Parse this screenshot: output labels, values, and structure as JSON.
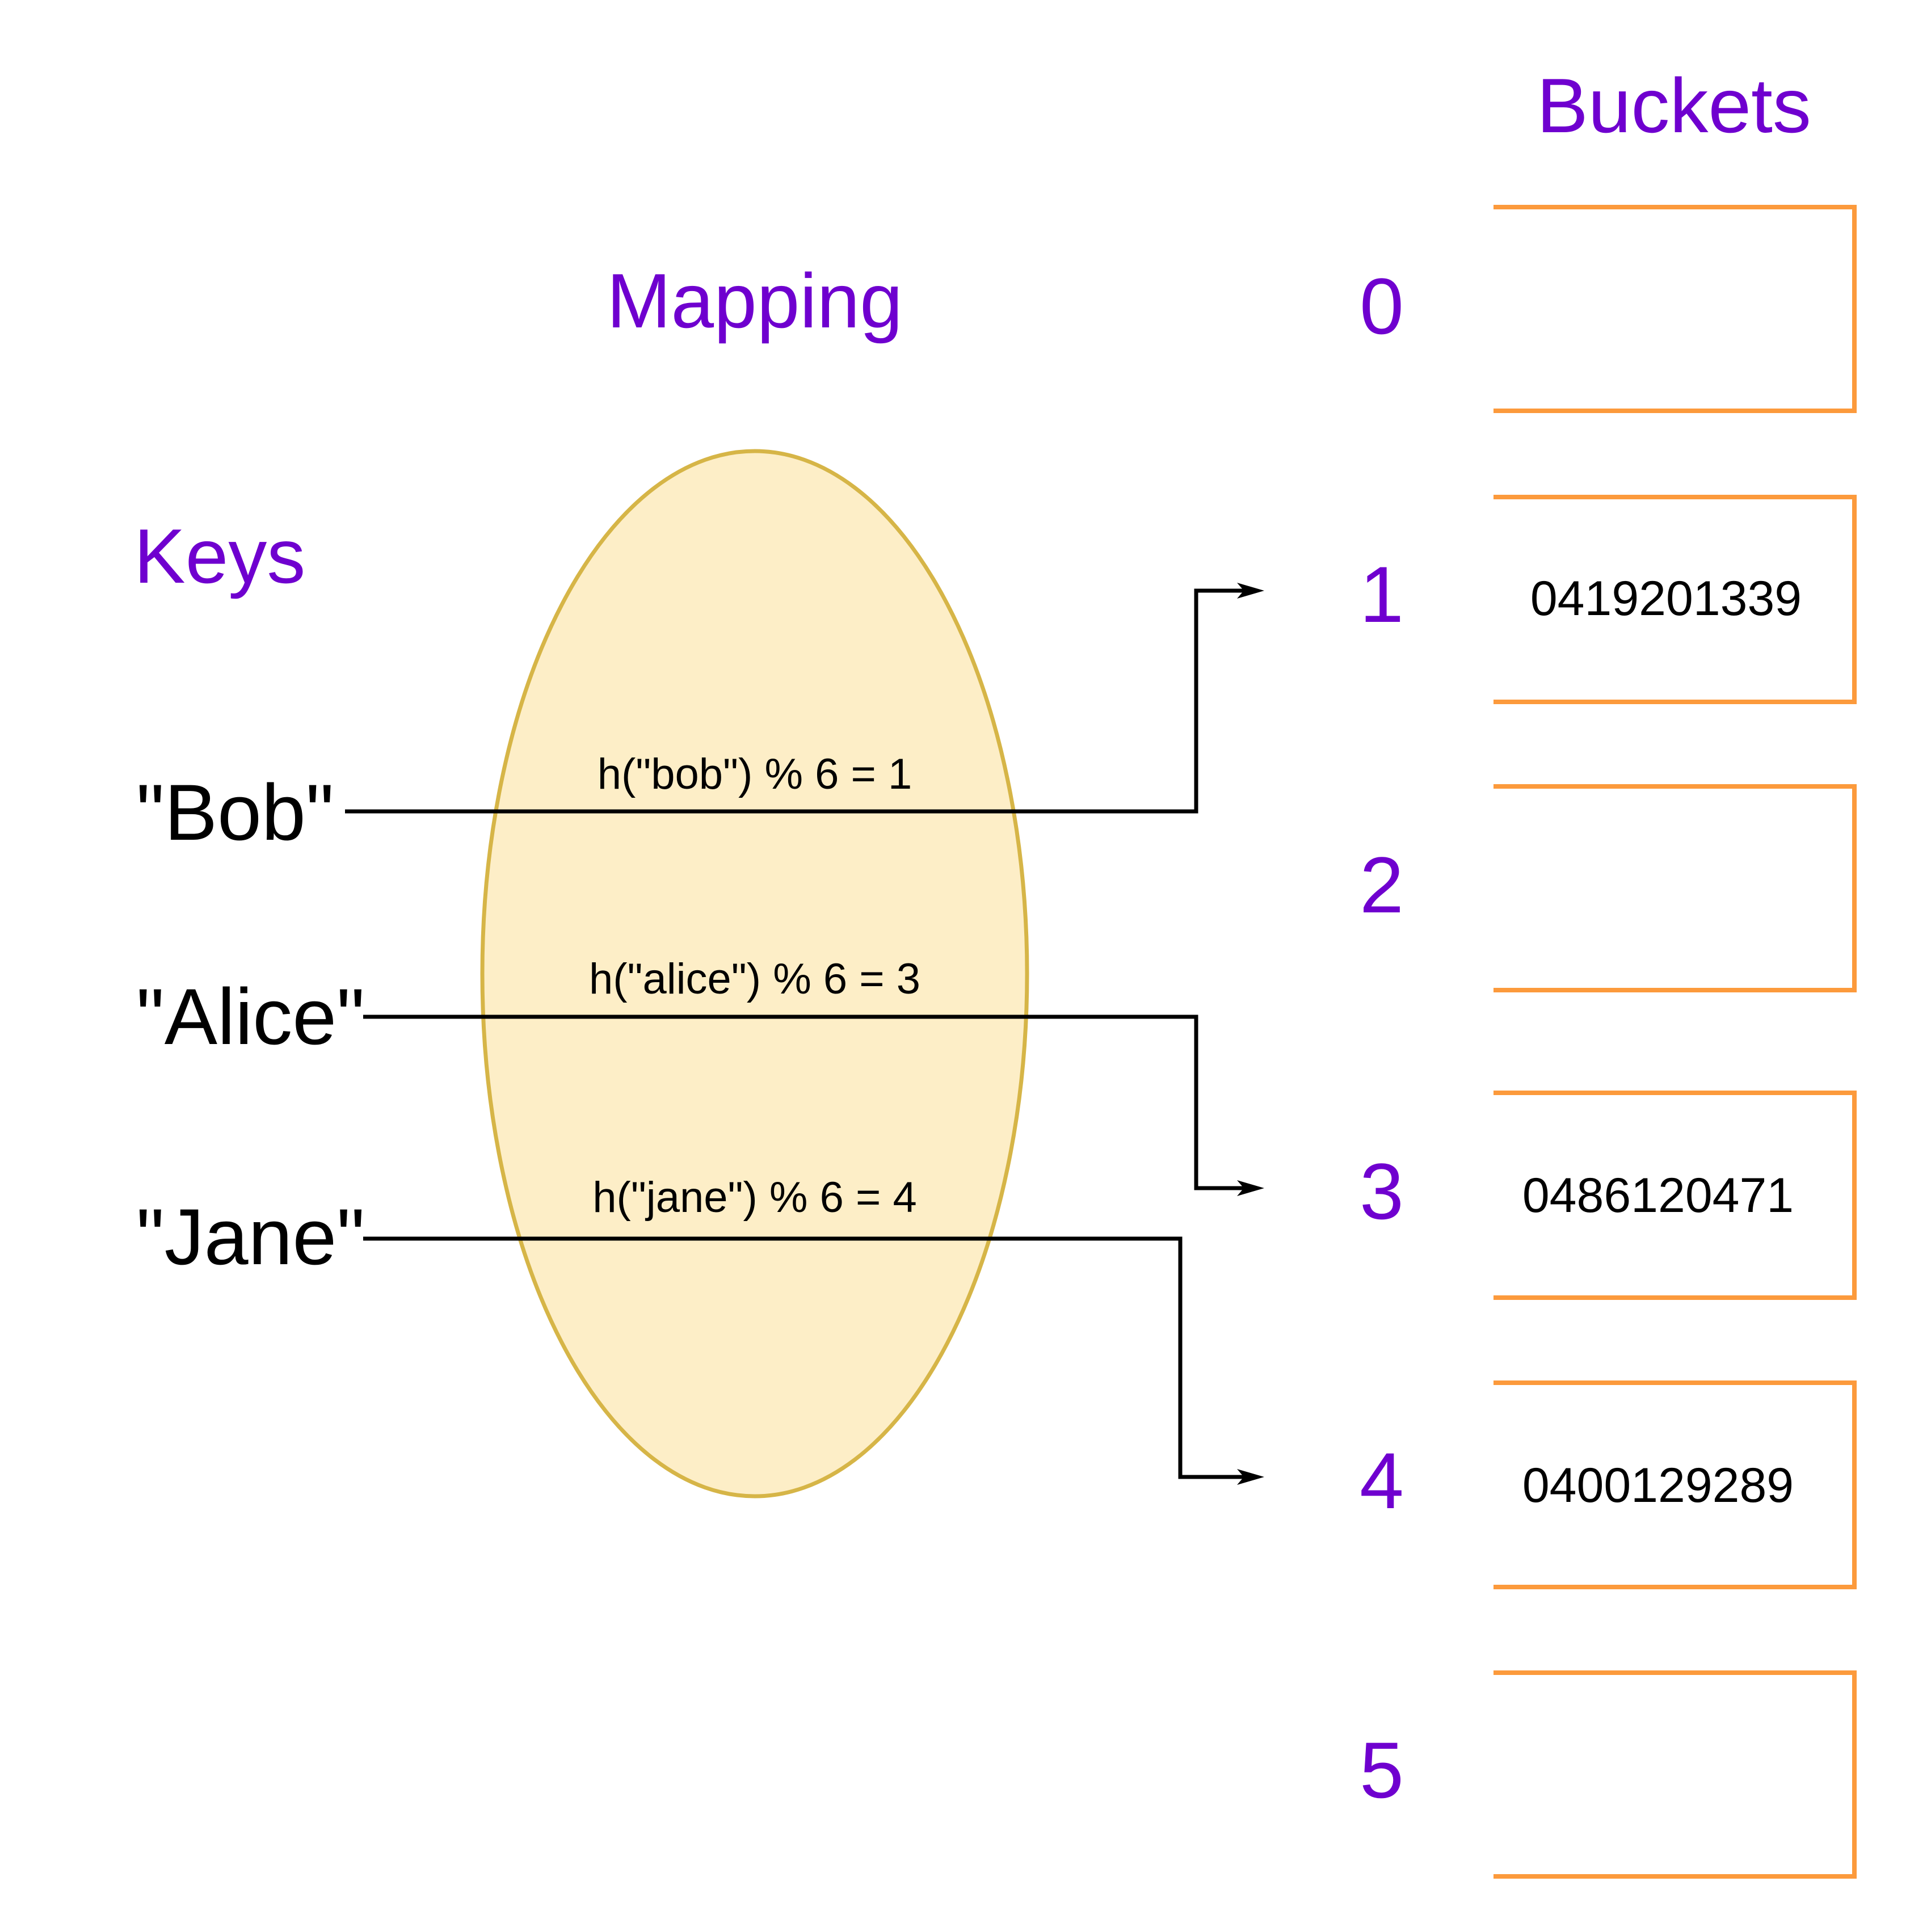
{
  "diagram": {
    "titles": {
      "buckets": "Buckets",
      "mapping": "Mapping",
      "keys": "Keys"
    },
    "keys": [
      {
        "label": "\"Bob\"",
        "mapping": "h(\"bob\") % 6 = 1",
        "target_bucket": "1"
      },
      {
        "label": "\"Alice\"",
        "mapping": "h(\"alice\") % 6 = 3",
        "target_bucket": "3"
      },
      {
        "label": "\"Jane\"",
        "mapping": "h(\"jane\") % 6 = 4",
        "target_bucket": "4"
      }
    ],
    "buckets": [
      {
        "index": "0",
        "value": ""
      },
      {
        "index": "1",
        "value": "0419201339"
      },
      {
        "index": "2",
        "value": ""
      },
      {
        "index": "3",
        "value": "0486120471"
      },
      {
        "index": "4",
        "value": "0400129289"
      },
      {
        "index": "5",
        "value": ""
      }
    ],
    "colors": {
      "purple": "#6f00cf",
      "orange": "#fc9a3c",
      "ellipse_fill": "#fdeec7",
      "ellipse_stroke": "#d6b547",
      "line": "#000000",
      "background": "#ffffff"
    }
  }
}
